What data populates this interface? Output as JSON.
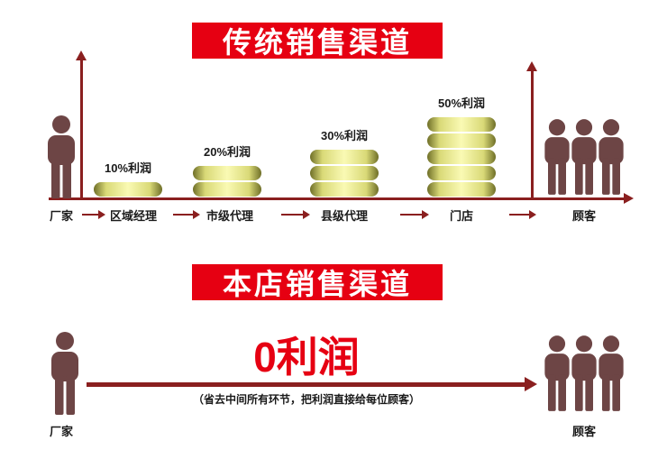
{
  "colors": {
    "banner_bg": "#e60012",
    "arrow": "#8a1f1f",
    "figure": "#6d4545",
    "coin_edge": "#6f6f28",
    "coin_center": "#fafab4",
    "headline": "#e60012",
    "text": "#1a1a1a"
  },
  "traditional": {
    "banner": "传统销售渠道",
    "chain": [
      "厂家",
      "区域经理",
      "市级代理",
      "县级代理",
      "门店",
      "顾客"
    ],
    "bars": [
      {
        "label": "10%利润",
        "layers": 1
      },
      {
        "label": "20%利润",
        "layers": 2
      },
      {
        "label": "30%利润",
        "layers": 3
      },
      {
        "label": "50%利润",
        "layers": 5
      }
    ]
  },
  "direct": {
    "banner": "本店销售渠道",
    "headline": "0利润",
    "subtext": "（省去中间所有环节，把利润直接给每位顾客）",
    "left_label": "厂家",
    "right_label": "顾客"
  }
}
